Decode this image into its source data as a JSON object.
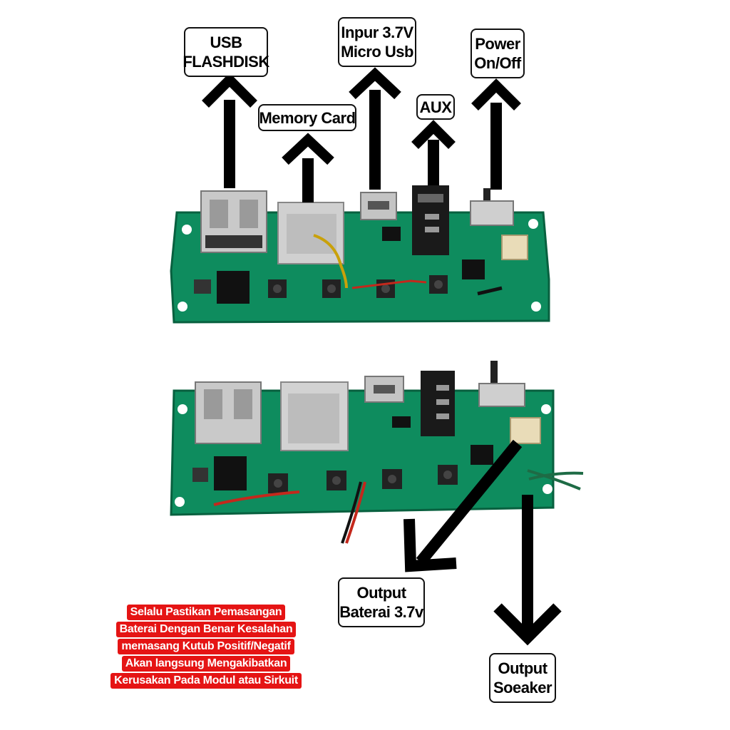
{
  "labels": {
    "usb": [
      "USB",
      "FLASHDISK"
    ],
    "memory": [
      "Memory Card"
    ],
    "input": [
      "Inpur 3.7V",
      "Micro Usb"
    ],
    "aux": [
      "AUX"
    ],
    "power": [
      "Power",
      "On/Off"
    ],
    "output_battery": [
      "Output",
      "Baterai 3.7v"
    ],
    "output_speaker": [
      "Output",
      "Soeaker"
    ]
  },
  "warning": [
    "Selalu Pastikan Pemasangan",
    "Baterai Dengan Benar Kesalahan",
    "memasang Kutub Positif/Negatif",
    "Akan langsung Mengakibatkan",
    "Kerusakan Pada Modul atau Sirkuit"
  ],
  "colors": {
    "pcb": "#0f8a5c",
    "pcb_dark": "#0a6a45",
    "warning_bg": "#e51414",
    "arrow": "#000000"
  }
}
